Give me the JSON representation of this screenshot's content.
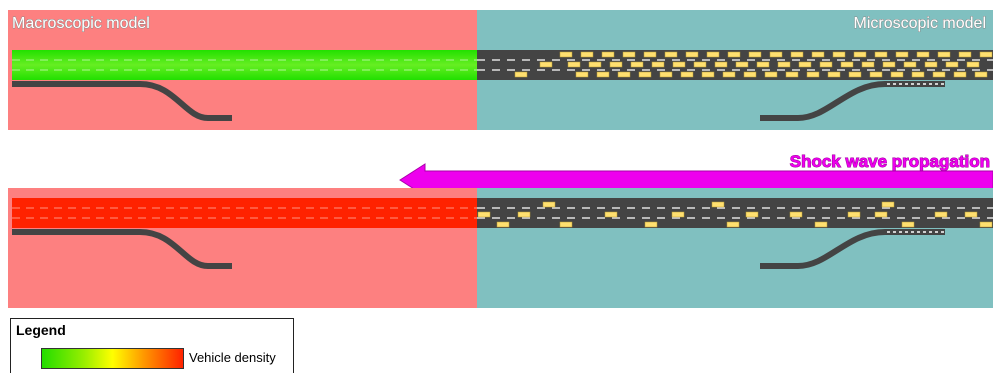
{
  "labels": {
    "macroscopic": "Macroscopic model",
    "microscopic": "Microscopic model",
    "shock_wave": "Shock wave propagation"
  },
  "legend": {
    "title": "Legend",
    "density_label": "Vehicle density"
  },
  "colors": {
    "macro_zone": "#fd8080",
    "micro_zone": "#80c0c0",
    "road": "#444444",
    "car": "#ffe070",
    "low_density": "#22dd00",
    "high_density": "#ff2200",
    "arrow": "#ee00ee"
  },
  "panels": [
    {
      "id": "top",
      "macro_density": "low",
      "micro_traffic": "dense"
    },
    {
      "id": "bottom",
      "macro_density": "high",
      "micro_traffic": "sparse"
    }
  ]
}
